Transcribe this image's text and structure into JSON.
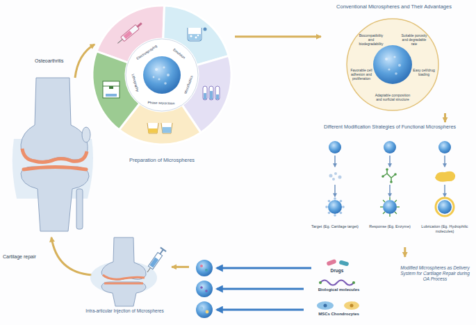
{
  "diagram": {
    "nodes": [
      {
        "text": [
          "Preparation of Microspheres"
        ]
      },
      {
        "text": [
          "Electrospraying"
        ],
        "in": 0
      },
      {
        "text": [
          "Emulsion"
        ],
        "in": 0
      },
      {
        "text": [
          "Microfluidics"
        ],
        "in": 0
      },
      {
        "text": [
          "Phase separation"
        ],
        "in": 0
      },
      {
        "text": [
          "Lithography"
        ],
        "in": 0
      },
      {
        "text": [
          "Conventional Microspheres and Their Advantages",
          "Biocompatibility and biodegradability",
          "Suitable porosity and degradable rate",
          "Easy cell/drug loading",
          "Adaptable composition and surficial structure",
          "Favorable cell adhesion and proliferation"
        ]
      },
      {
        "text": [
          "Different Modification Strategies of Functional Microspheres"
        ]
      },
      {
        "text": [
          "Target (Eg. Cartilage target)"
        ],
        "in": 7
      },
      {
        "text": [
          "Response (Eg. Enzyme)"
        ],
        "in": 7
      },
      {
        "text": [
          "Lubrication (Eg. Hydrophilic molecules)"
        ],
        "in": 7
      },
      {
        "text": [
          "Modified Microspheres as Delivery System for Cartilage Repair during OA Process"
        ]
      },
      {
        "text": [
          "Drugs"
        ],
        "in": 11
      },
      {
        "text": [
          "Biological molecules"
        ],
        "in": 11
      },
      {
        "text": [
          "MSCs Chondrocytes"
        ],
        "in": 11
      },
      {
        "text": [
          "Intra-articular Injection of Microspheres"
        ]
      }
    ],
    "edges": [
      {
        "from": 0,
        "to": 6,
        "arrow": "to"
      },
      {
        "from": 6,
        "to": 7,
        "arrow": "to"
      },
      {
        "from": 7,
        "to": 11,
        "arrow": "to"
      },
      {
        "from": 11,
        "to": 15,
        "arrow": "to"
      }
    ],
    "labels": [
      "Osteoarthritis",
      "Cartilage repair"
    ]
  }
}
